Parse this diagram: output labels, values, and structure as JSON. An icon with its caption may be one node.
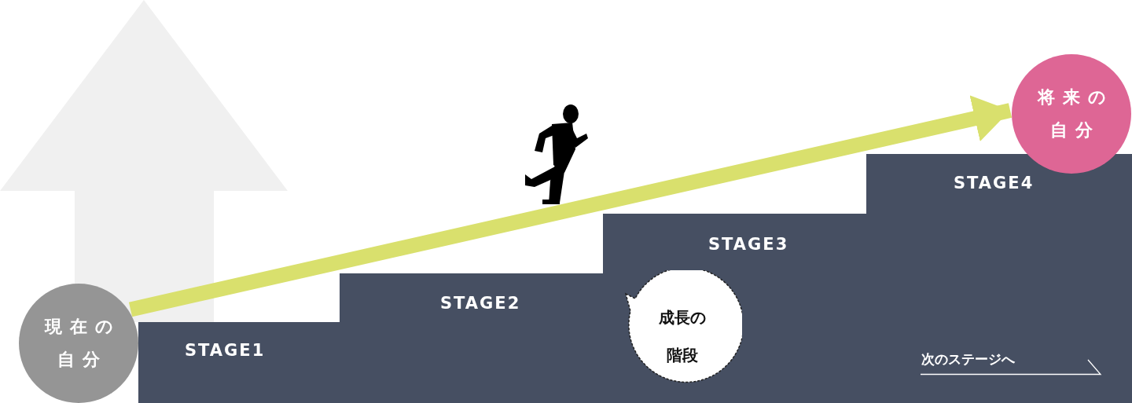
{
  "diagram": {
    "nodes": [
      {
        "text": [
          "現在の自分"
        ]
      },
      {
        "text": [
          "STAGE1"
        ]
      },
      {
        "text": [
          "STAGE2"
        ]
      },
      {
        "text": [
          "STAGE3"
        ]
      },
      {
        "text": [
          "STAGE4"
        ]
      },
      {
        "text": [
          "成長の階段"
        ],
        "in": 3
      },
      {
        "text": [
          "将来の自分"
        ]
      }
    ],
    "edges": [
      {
        "from": 0,
        "to": 6,
        "arrow": "to"
      }
    ],
    "labels": [
      "次のステージへ"
    ]
  }
}
